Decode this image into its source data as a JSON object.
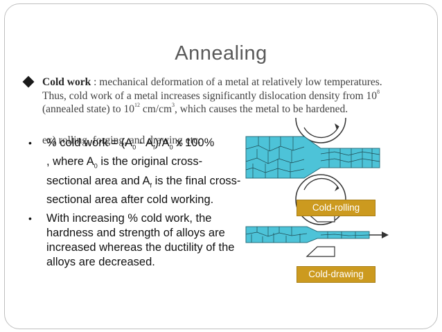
{
  "title": "Annealing",
  "cold_work": {
    "term": "Cold work",
    "text1": " : mechanical deformation of a metal at relatively low temperatures. Thus, cold work of a metal increases significantly dislocation density from 10",
    "exp1": "8",
    "text2": " (annealed state) to 10",
    "exp2": "12",
    "text3": " cm/cm",
    "exp3": "3",
    "text4": ", which causes the metal to be hardened.",
    "overlap_text": "ex) rolling, forging, and drawing etc."
  },
  "formula": {
    "p1": "% cold work = (A",
    "s1": "0",
    "p2": " - A",
    "s2": "f",
    "p3": ")/A",
    "s3": "0",
    "p4": " x 100%",
    "where1": ", where A",
    "where_s1": "0",
    "where2": " is the original cross-sectional area and A",
    "where_s2": "f",
    "where3": " is the final cross-sectional area after cold working."
  },
  "bullet2": "With increasing % cold work, the hardness and strength of alloys are increased whereas the ductility of the alloys are decreased.",
  "figure": {
    "label_rolling": "Cold-rolling",
    "label_drawing": "Cold-drawing",
    "colors": {
      "metal": "#4dc3d8",
      "label_bg": "#cc9a1f",
      "label_text": "#ffffff"
    }
  },
  "icons": {
    "title_bullet": "filled-diamond-bullet",
    "list_bullet": "round-bullet"
  }
}
